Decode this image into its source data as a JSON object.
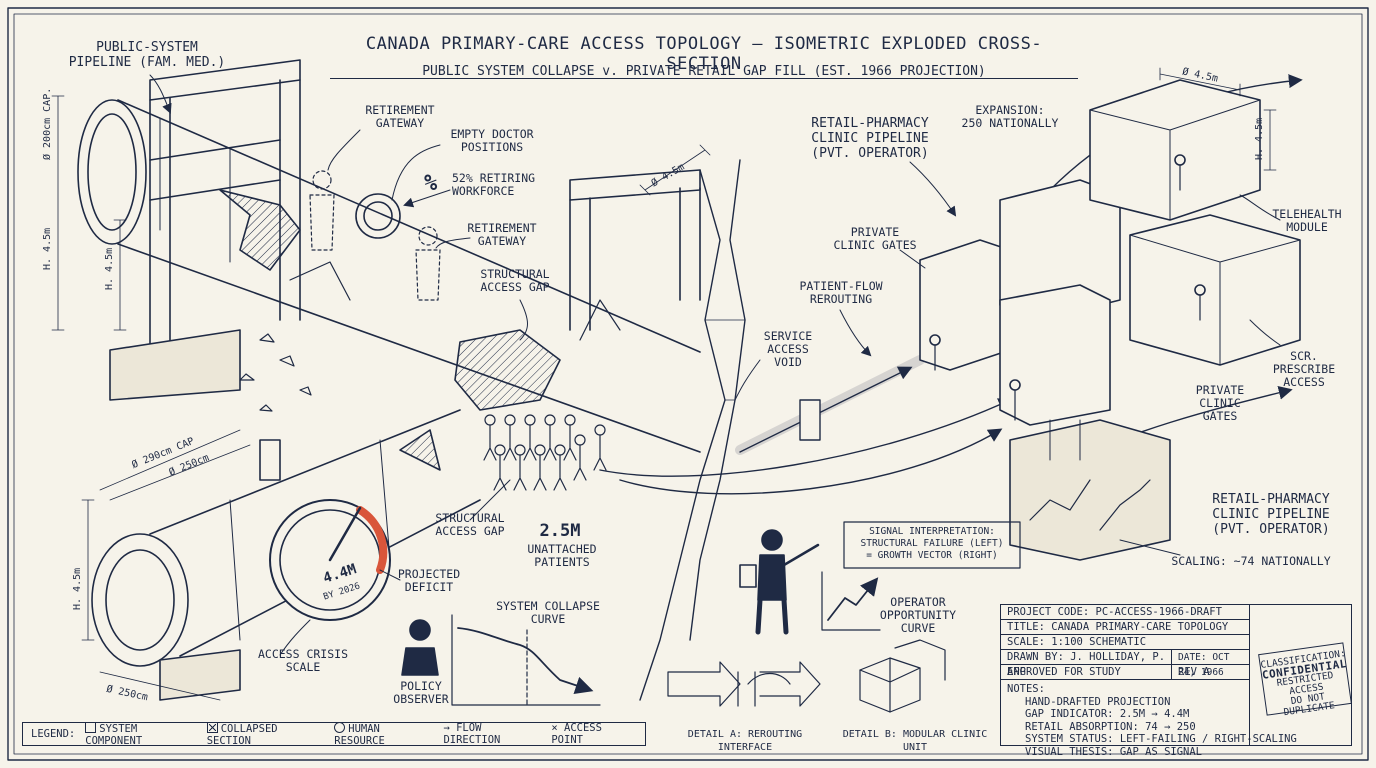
{
  "title": "CANADA PRIMARY-CARE ACCESS TOPOLOGY – ISOMETRIC EXPLODED CROSS-SECTION",
  "subtitle": "PUBLIC SYSTEM COLLAPSE v. PRIVATE RETAIL GAP FILL (EST. 1966 PROJECTION)",
  "labels": {
    "public_pipeline": "PUBLIC-SYSTEM\nPIPELINE (FAM. MED.)",
    "retirement_gateway_1": "RETIREMENT\nGATEWAY",
    "empty_doctor": "EMPTY DOCTOR\nPOSITIONS",
    "retiring_workforce": "52% RETIRING\nWORKFORCE",
    "percent_symbol": "%",
    "retirement_gateway_2": "RETIREMENT\nGATEWAY",
    "structural_gap_1": "STRUCTURAL\nACCESS GAP",
    "service_void": "SERVICE\nACCESS\nVOID",
    "structural_gap_2": "STRUCTURAL\nACCESS GAP",
    "unattached_count": "2.5M",
    "unattached_text": "UNATTACHED\nPATIENTS",
    "projected_deficit": "PROJECTED\nDEFICIT",
    "gauge_value": "4.4M",
    "gauge_year": "BY 2026",
    "access_crisis": "ACCESS CRISIS\nSCALE",
    "policy_observer": "POLICY\nOBSERVER",
    "collapse_curve": "SYSTEM COLLAPSE\nCURVE",
    "patient_flow": "PATIENT-FLOW\nREROUTING",
    "retail_pipeline_top": "RETAIL-PHARMACY\nCLINIC PIPELINE\n(PVT. OPERATOR)",
    "expansion": "EXPANSION:\n250 NATIONALLY",
    "private_gates_1": "PRIVATE\nCLINIC GATES",
    "telehealth": "TELEHEALTH\nMODULE",
    "scr_prescribe": "SCR.\nPRESCRIBE\nACCESS",
    "private_gates_2": "PRIVATE\nCLINIC\nGATES",
    "retail_pipeline_bottom": "RETAIL-PHARMACY\nCLINIC PIPELINE\n(PVT. OPERATOR)",
    "scaling": "SCALING: ~74 NATIONALLY",
    "signal_interp": "SIGNAL INTERPRETATION:\nSTRUCTURAL FAILURE (LEFT)\n= GROWTH VECTOR (RIGHT)",
    "operator_curve": "OPERATOR\nOPPORTUNITY\nCURVE",
    "detail_a": "DETAIL A: REROUTING INTERFACE",
    "detail_b": "DETAIL B: MODULAR CLINIC UNIT"
  },
  "dimensions": {
    "d_200": "Ø 200cm CAP.",
    "h_45a": "H. 4.5m",
    "h_45b": "H. 4.5m",
    "d_290": "Ø 290cm CAP",
    "d_250a": "Ø 250cm",
    "h_45c": "H. 4.5m",
    "d_250b": "Ø 250cm",
    "d_45m_mid": "Ø 4.5m",
    "d_45m_top": "Ø 4.5m",
    "h_45_right": "H. 4.5m"
  },
  "legend": {
    "title": "LEGEND:",
    "items": [
      "SYSTEM COMPONENT",
      "COLLAPSED SECTION",
      "HUMAN RESOURCE",
      "FLOW DIRECTION",
      "ACCESS POINT"
    ]
  },
  "title_block": {
    "project_code": "PROJECT CODE: PC-ACCESS-1966-DRAFT",
    "title": "TITLE: CANADA PRIMARY-CARE TOPOLOGY",
    "scale": "SCALE: 1:100 SCHEMATIC",
    "drawn_by": "DRAWN BY: J. HOLLIDAY, P. ENG",
    "date": "DATE: OCT 24, 1966",
    "approved": "APPROVED FOR STUDY",
    "rev": "REV A",
    "notes_title": "NOTES:",
    "notes": [
      "HAND-DRAFTED PROJECTION",
      "GAP INDICATOR: 2.5M → 4.4M",
      "RETAIL ABSORPTION: 74 → 250",
      "SYSTEM STATUS: LEFT-FAILING / RIGHT-SCALING",
      "VISUAL THESIS: GAP AS SIGNAL"
    ]
  },
  "stamp": {
    "line1": "CLASSIFICATION:",
    "line2": "CONFIDENTIAL",
    "line3": "RESTRICTED ACCESS",
    "line4": "DO NOT DUPLICATE"
  },
  "colors": {
    "ink": "#1f2a44",
    "paper": "#f6f3ea",
    "accent": "#d9553a"
  }
}
